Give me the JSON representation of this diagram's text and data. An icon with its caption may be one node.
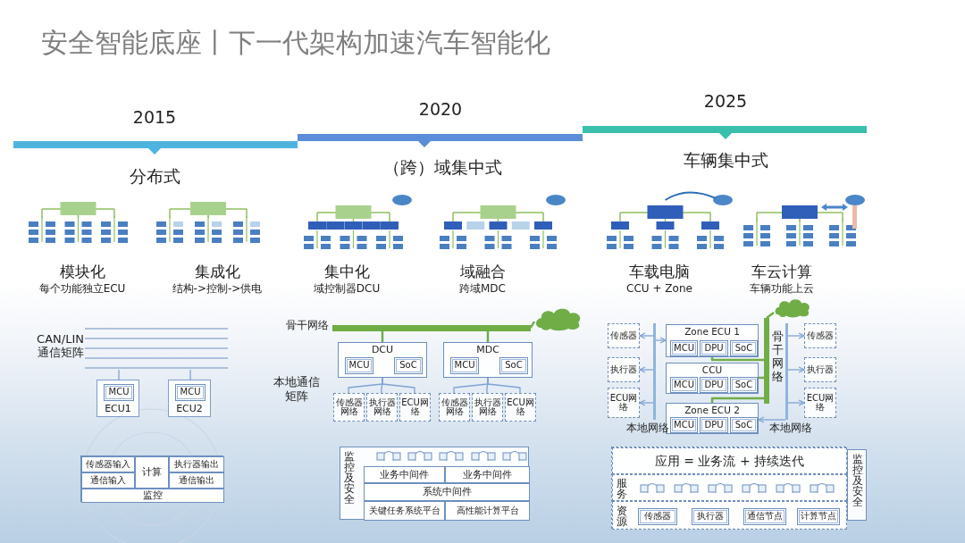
{
  "diagram": {
    "title": "安全智能底座丨下一代架构加速汽车智能化",
    "nodes": [
      {
        "text": [],
        "shape": "bar",
        "beside": [
          "CAN/LIN 通信矩阵"
        ]
      },
      {
        "text": [
          "ECU1"
        ]
      },
      {
        "text": [
          "MCU"
        ],
        "in": 1
      },
      {
        "text": [
          "ECU2"
        ]
      },
      {
        "text": [
          "MCU"
        ],
        "in": 3
      },
      {
        "text": [],
        "shape": "box"
      },
      {
        "text": [
          "传感器输入"
        ],
        "in": 5
      },
      {
        "text": [
          "计算"
        ],
        "in": 5
      },
      {
        "text": [
          "执行器输出"
        ],
        "in": 5
      },
      {
        "text": [
          "通信输入"
        ],
        "in": 5
      },
      {
        "text": [
          "通信输出"
        ],
        "in": 5
      },
      {
        "text": [
          "监控"
        ],
        "in": 5
      },
      {
        "text": [],
        "shape": "bar",
        "beside": [
          "骨干网络"
        ]
      },
      {
        "text": [],
        "shape": "cloud"
      },
      {
        "text": [
          "DCU"
        ]
      },
      {
        "text": [
          "MCU"
        ],
        "in": 14
      },
      {
        "text": [
          "SoC"
        ],
        "in": 14
      },
      {
        "text": [
          "MDC"
        ]
      },
      {
        "text": [
          "MCU"
        ],
        "in": 17
      },
      {
        "text": [
          "SoC"
        ],
        "in": 17
      },
      {
        "text": [
          "传感器网络"
        ]
      },
      {
        "text": [
          "执行器网络"
        ]
      },
      {
        "text": [
          "ECU网络"
        ]
      },
      {
        "text": [
          "传感器网络"
        ]
      },
      {
        "text": [
          "执行器网络"
        ]
      },
      {
        "text": [
          "ECU网络"
        ]
      },
      {
        "text": [
          "监控及安全"
        ]
      },
      {
        "text": [
          "业务中间件"
        ],
        "in": 26
      },
      {
        "text": [
          "业务中间件"
        ],
        "in": 26
      },
      {
        "text": [
          "系统中间件"
        ],
        "in": 26
      },
      {
        "text": [
          "关键任务系统平台"
        ],
        "in": 26
      },
      {
        "text": [
          "高性能计算平台"
        ],
        "in": 26
      },
      {
        "text": [],
        "shape": "cloud"
      },
      {
        "text": [],
        "shape": "bar",
        "beside": [
          "骨干网络"
        ]
      },
      {
        "text": [],
        "shape": "bar",
        "beside": [
          "本地网络"
        ]
      },
      {
        "text": [],
        "shape": "bar",
        "beside": [
          "本地网络"
        ]
      },
      {
        "text": [
          "传感器"
        ]
      },
      {
        "text": [
          "执行器"
        ]
      },
      {
        "text": [
          "ECU网络"
        ]
      },
      {
        "text": [
          "Zone ECU 1"
        ]
      },
      {
        "text": [
          "MCU"
        ],
        "in": 39
      },
      {
        "text": [
          "DPU"
        ],
        "in": 39
      },
      {
        "text": [
          "SoC"
        ],
        "in": 39
      },
      {
        "text": [
          "CCU"
        ]
      },
      {
        "text": [
          "MCU"
        ],
        "in": 43
      },
      {
        "text": [
          "DPU"
        ],
        "in": 43
      },
      {
        "text": [
          "SoC"
        ],
        "in": 43
      },
      {
        "text": [
          "Zone ECU 2"
        ]
      },
      {
        "text": [
          "MCU"
        ],
        "in": 47
      },
      {
        "text": [
          "DPU"
        ],
        "in": 47
      },
      {
        "text": [
          "SoC"
        ],
        "in": 47
      },
      {
        "text": [
          "传感器"
        ]
      },
      {
        "text": [
          "执行器"
        ]
      },
      {
        "text": [
          "ECU网络"
        ]
      },
      {
        "text": [],
        "shape": "box"
      },
      {
        "text": [
          "应用 = 业务流 + 持续迭代"
        ],
        "in": 54
      },
      {
        "text": [
          "服务"
        ],
        "in": 54
      },
      {
        "text": [
          "资源"
        ],
        "in": 54
      },
      {
        "text": [
          "传感器"
        ],
        "in": 57
      },
      {
        "text": [
          "执行器"
        ],
        "in": 57
      },
      {
        "text": [
          "通信节点"
        ],
        "in": 57
      },
      {
        "text": [
          "计算节点"
        ],
        "in": 57
      },
      {
        "text": [
          "监控及安全"
        ]
      }
    ],
    "edges": [
      {
        "from": 1,
        "to": 0,
        "arrow": "none"
      },
      {
        "from": 3,
        "to": 0,
        "arrow": "none"
      },
      {
        "from": 12,
        "to": 13,
        "arrow": "none",
        "color": "#70ad47"
      },
      {
        "from": 14,
        "to": 12,
        "arrow": "none",
        "color": "#70ad47"
      },
      {
        "from": 17,
        "to": 12,
        "arrow": "none",
        "color": "#70ad47"
      },
      {
        "from": 14,
        "to": 20,
        "arrow": "none"
      },
      {
        "from": 14,
        "to": 21,
        "arrow": "none"
      },
      {
        "from": 14,
        "to": 22,
        "arrow": "none"
      },
      {
        "from": 17,
        "to": 23,
        "arrow": "none"
      },
      {
        "from": 17,
        "to": 24,
        "arrow": "none"
      },
      {
        "from": 17,
        "to": 25,
        "arrow": "none"
      },
      {
        "from": 33,
        "to": 32,
        "arrow": "none",
        "color": "#70ad47"
      },
      {
        "from": 39,
        "to": 33,
        "arrow": "none",
        "color": "#70ad47"
      },
      {
        "from": 43,
        "to": 33,
        "arrow": "none",
        "color": "#70ad47"
      },
      {
        "from": 47,
        "to": 33,
        "arrow": "none",
        "color": "#70ad47"
      },
      {
        "from": 34,
        "to": 36,
        "arrow": "to"
      },
      {
        "from": 34,
        "to": 37,
        "arrow": "to"
      },
      {
        "from": 34,
        "to": 38,
        "arrow": "to"
      },
      {
        "from": 34,
        "to": 39,
        "arrow": "to"
      },
      {
        "from": 35,
        "to": 51,
        "arrow": "to"
      },
      {
        "from": 35,
        "to": 52,
        "arrow": "to"
      },
      {
        "from": 35,
        "to": 53,
        "arrow": "to"
      },
      {
        "from": 35,
        "to": 47,
        "arrow": "to"
      }
    ],
    "labels": [
      "2015",
      "2020",
      "2025",
      "分布式",
      "（跨）域集中式",
      "车辆集中式",
      "模块化",
      "每个功能独立ECU",
      "集成化",
      "结构->控制->供电",
      "集中化",
      "域控制器DCU",
      "域融合",
      "跨域MDC",
      "车载电脑",
      "CCU + Zone",
      "车云计算",
      "车辆功能上云",
      "本地通信矩阵"
    ]
  }
}
